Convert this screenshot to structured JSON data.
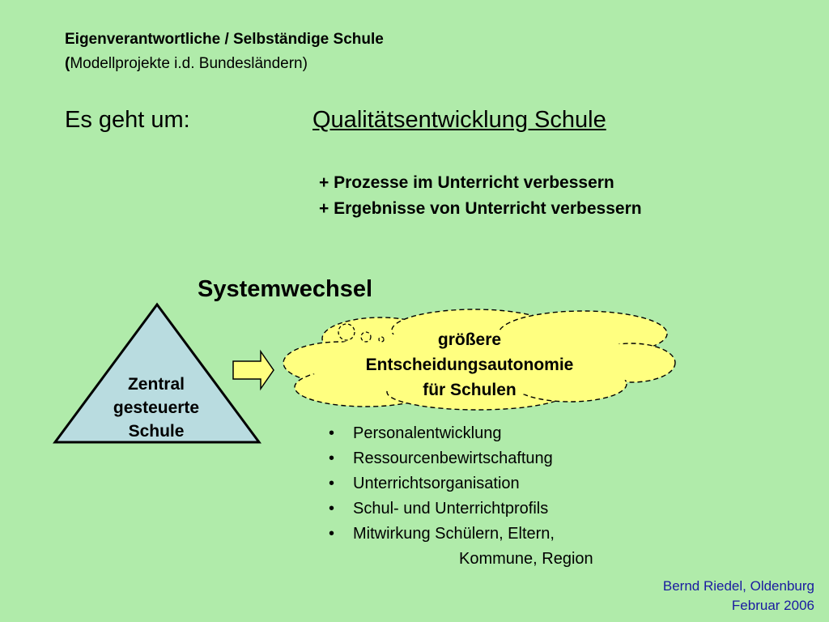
{
  "header": {
    "title": "Eigenverantwortliche / Selbständige Schule",
    "subtitle_open": "(",
    "subtitle_text": "Modellprojekte i.d. Bundesländern)"
  },
  "goal": {
    "label": "Es geht um:",
    "title": "Qualitätsentwicklung Schule",
    "items": [
      "+ Prozesse im Unterricht verbessern",
      "+ Ergebnisse von Unterricht verbessern"
    ]
  },
  "system_change": {
    "title": "Systemwechsel",
    "pyramid": {
      "line1": "Zentral",
      "line2": "gesteuerte",
      "line3": "Schule"
    },
    "cloud": {
      "line1": "größere",
      "line2": "Entscheidungsautonomie",
      "line3": "für Schulen"
    }
  },
  "areas": {
    "bullet": "•",
    "items": [
      "Personalentwicklung",
      "Ressourcenbewirtschaftung",
      "Unterrichtsorganisation",
      "Schul- und Unterrichtprofils",
      "Mitwirkung Schülern, Eltern,"
    ],
    "continuation": "Kommune, Region"
  },
  "footer": {
    "author": "Bernd Riedel, Oldenburg",
    "date": "Februar 2006"
  },
  "colors": {
    "background": "#b0ebaa",
    "pyramid_fill": "#b9dce0",
    "cloud_fill": "#ffff80",
    "arrow_fill": "#ffff80",
    "footer_text": "#1a1aa0"
  }
}
